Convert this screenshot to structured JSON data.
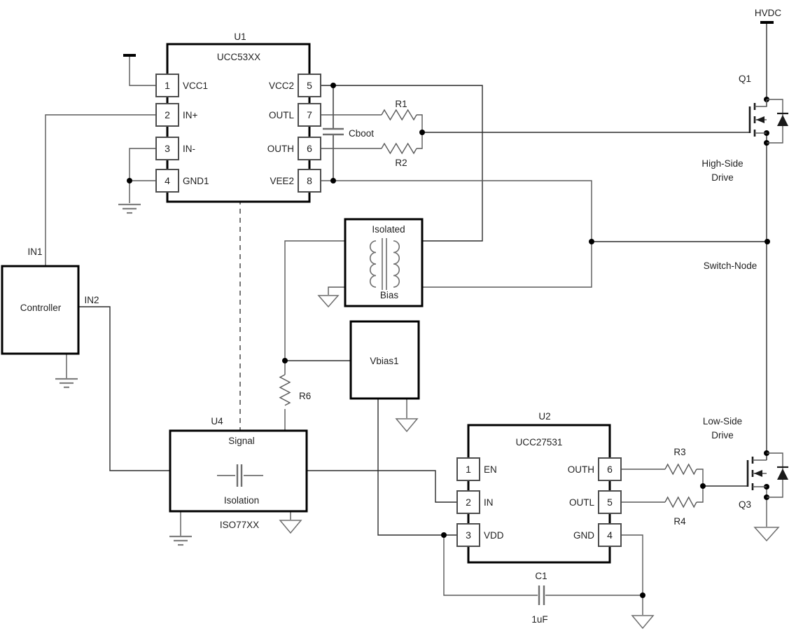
{
  "u1": {
    "ref": "U1",
    "part": "UCC53XX",
    "pins_left": [
      {
        "num": "1",
        "label": "VCC1"
      },
      {
        "num": "2",
        "label": "IN+"
      },
      {
        "num": "3",
        "label": "IN-"
      },
      {
        "num": "4",
        "label": "GND1"
      }
    ],
    "pins_right": [
      {
        "num": "5",
        "label": "VCC2"
      },
      {
        "num": "7",
        "label": "OUTL"
      },
      {
        "num": "6",
        "label": "OUTH"
      },
      {
        "num": "8",
        "label": "VEE2"
      }
    ]
  },
  "u2": {
    "ref": "U2",
    "part": "UCC27531",
    "pins_left": [
      {
        "num": "1",
        "label": "EN"
      },
      {
        "num": "2",
        "label": "IN"
      },
      {
        "num": "3",
        "label": "VDD"
      }
    ],
    "pins_right": [
      {
        "num": "6",
        "label": "OUTH"
      },
      {
        "num": "5",
        "label": "OUTL"
      },
      {
        "num": "4",
        "label": "GND"
      }
    ]
  },
  "u4": {
    "ref": "U4",
    "part": "ISO77XX",
    "line1": "Signal",
    "line2": "Isolation"
  },
  "controller": {
    "label": "Controller",
    "out1": "IN1",
    "out2": "IN2"
  },
  "bias_transformer": {
    "line1": "Isolated",
    "line2": "Bias"
  },
  "vbias": {
    "label": "Vbias1"
  },
  "resistors": {
    "r1": "R1",
    "r2": "R2",
    "r3": "R3",
    "r4": "R4",
    "r6": "R6"
  },
  "capacitors": {
    "cboot": {
      "ref": "Cboot"
    },
    "c1": {
      "ref": "C1",
      "value": "1uF"
    }
  },
  "mosfets": {
    "q1": {
      "ref": "Q1",
      "note1": "High-Side",
      "note2": "Drive"
    },
    "q3": {
      "ref": "Q3",
      "note1": "Low-Side",
      "note2": "Drive"
    }
  },
  "nets": {
    "hvdc": "HVDC",
    "switch_node": "Switch-Node"
  },
  "colors": {
    "wire": "#595959",
    "component_outline": "#000000",
    "pin_border": "#4d4d4d",
    "text": "#1f1f1f",
    "background": "#ffffff"
  }
}
